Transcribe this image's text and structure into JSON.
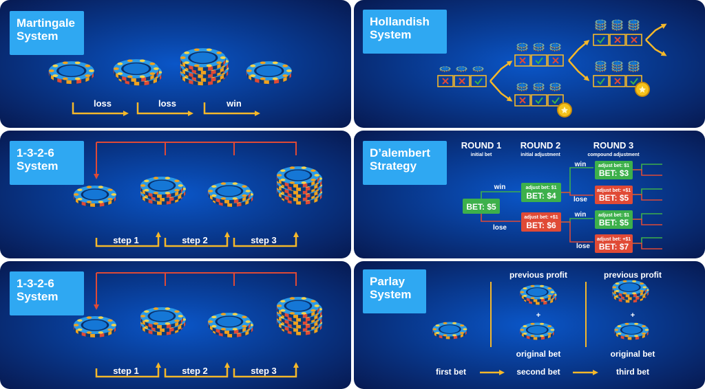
{
  "martingale": {
    "title": "Martingale\nSystem",
    "steps": [
      "loss",
      "loss",
      "win"
    ]
  },
  "system_136_a": {
    "title": "1-3-2-6\nSystem",
    "steps": [
      "step 1",
      "step 2",
      "step 3"
    ]
  },
  "system_136_b": {
    "title": "1-3-2-6\nSystem",
    "steps": [
      "step 1",
      "step 2",
      "step 3"
    ]
  },
  "hollandish": {
    "title": "Hollandish\nSystem"
  },
  "dalembert": {
    "title": "D’alembert\nStrategy",
    "rounds": [
      {
        "label": "ROUND 1",
        "sub": "initial bet"
      },
      {
        "label": "ROUND 2",
        "sub": "initial adjustment"
      },
      {
        "label": "ROUND 3",
        "sub": "compound adjustment"
      }
    ],
    "start_bet": "BET: $5",
    "win": "win",
    "lose": "lose",
    "round2": [
      {
        "adjust": "adjust bet: $1",
        "bet": "BET: $4",
        "color": "#3db04b"
      },
      {
        "adjust": "adjust bet: +$1",
        "bet": "BET: $6",
        "color": "#e04a36"
      }
    ],
    "round3": [
      {
        "adjust": "adjust bet: $1",
        "bet": "BET: $3",
        "color": "#3db04b"
      },
      {
        "adjust": "adjust bet: +$1",
        "bet": "BET: $5",
        "color": "#e04a36"
      },
      {
        "adjust": "adjust bet: $1",
        "bet": "BET: $5",
        "color": "#3db04b"
      },
      {
        "adjust": "adjust bet: +$1",
        "bet": "BET: $7",
        "color": "#e04a36"
      }
    ]
  },
  "parlay": {
    "title": "Parlay\nSystem",
    "previous_profit": "previous profit",
    "plus": "+",
    "original_bet": "original bet",
    "labels": [
      "first bet",
      "second bet",
      "third bet"
    ]
  },
  "colors": {
    "panel_center": "#0a56c8",
    "panel_edge": "#071a52",
    "title_bg": "#2fa8f2",
    "arrow_yellow": "#f5b82a",
    "arrow_red": "#e04a36",
    "green": "#3db04b",
    "red": "#e04a36",
    "chip_blue": "#2b9ae8",
    "chip_orange": "#f0a21e",
    "chip_red": "#e04a36",
    "coin_gold": "#f5c21b"
  }
}
